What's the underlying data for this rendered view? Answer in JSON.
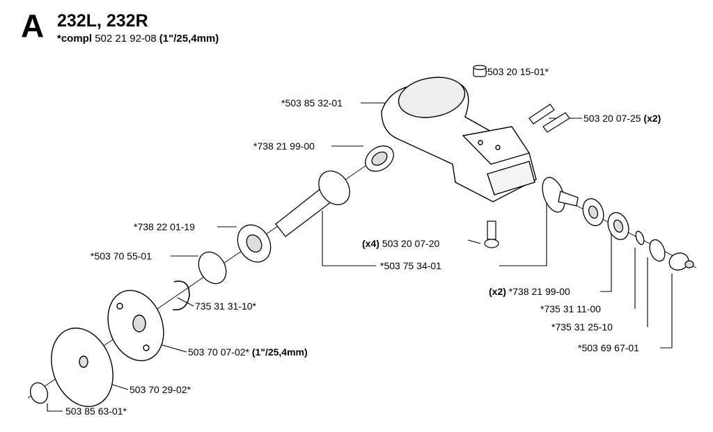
{
  "header": {
    "section_letter": "A",
    "models": "232L, 232R",
    "compl_prefix": "*compl",
    "compl_number": "502 21 92-08",
    "compl_size": "(1\"/25,4mm)"
  },
  "parts": {
    "p_503_20_15_01": "503 20 15-01*",
    "p_503_85_32_01": "*503 85 32-01",
    "p_503_20_07_25": "503 20 07-25",
    "p_503_20_07_25_qty": "(x2)",
    "p_738_21_99_00": "*738 21 99-00",
    "p_738_22_01_19": "*738 22 01-19",
    "p_503_20_07_20_qty": "(x4)",
    "p_503_20_07_20": "503 20 07-20",
    "p_503_70_55_01": "*503 70 55-01",
    "p_503_75_34_01": "*503 75 34-01",
    "p_738_21_99_00_b_qty": "(x2)",
    "p_738_21_99_00_b": "*738 21 99-00",
    "p_735_31_31_10": "735 31 31-10*",
    "p_735_31_11_00": "*735 31 11-00",
    "p_735_31_25_10": "*735 31 25-10",
    "p_503_70_07_02": "503 70 07-02*",
    "p_503_70_07_02_size": "(1\"/25,4mm)",
    "p_503_69_67_01": "*503 69 67-01",
    "p_503_70_29_02": "503 70 29-02*",
    "p_503_85_63_01": "503 85 63-01*"
  }
}
